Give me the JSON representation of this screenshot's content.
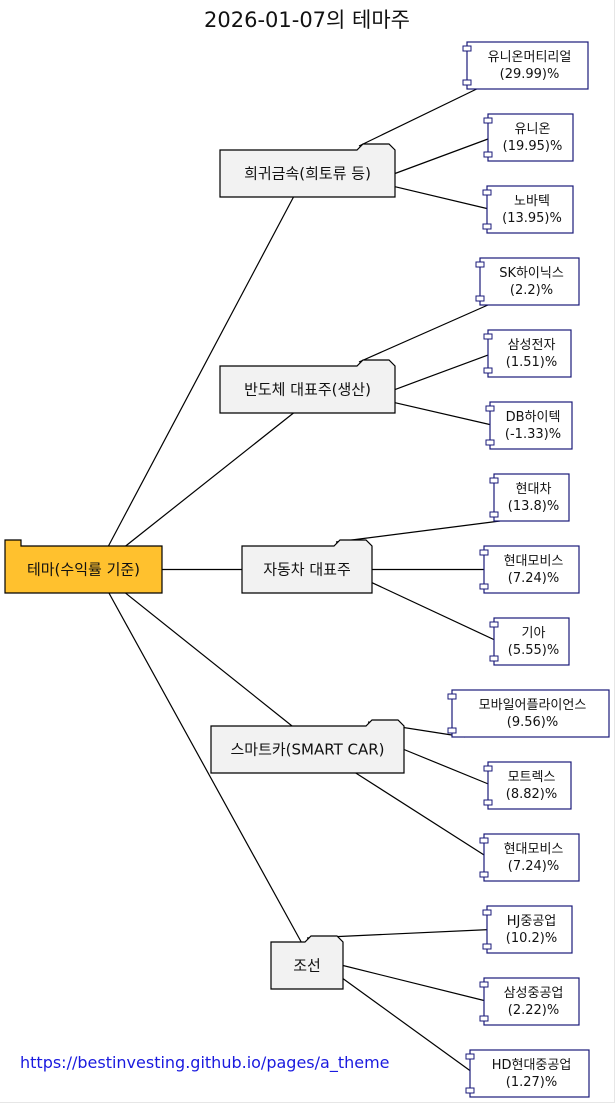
{
  "title": "2026-01-07의 테마주",
  "root": {
    "label": "테마(수익률 기준)",
    "fill": "#FFC12E"
  },
  "theme_fill": "#F2F2F2",
  "leaf_border": "#1a1a7a",
  "themes": [
    {
      "label": "희귀금속(희토류 등)",
      "stocks": [
        {
          "name": "유니온머티리얼",
          "rate": "(29.99)%"
        },
        {
          "name": "유니온",
          "rate": "(19.95)%"
        },
        {
          "name": "노바텍",
          "rate": "(13.95)%"
        }
      ]
    },
    {
      "label": "반도체 대표주(생산)",
      "stocks": [
        {
          "name": "SK하이닉스",
          "rate": "(2.2)%"
        },
        {
          "name": "삼성전자",
          "rate": "(1.51)%"
        },
        {
          "name": "DB하이텍",
          "rate": "(-1.33)%"
        }
      ]
    },
    {
      "label": "자동차 대표주",
      "stocks": [
        {
          "name": "현대차",
          "rate": "(13.8)%"
        },
        {
          "name": "현대모비스",
          "rate": "(7.24)%"
        },
        {
          "name": "기아",
          "rate": "(5.55)%"
        }
      ]
    },
    {
      "label": "스마트카(SMART CAR)",
      "stocks": [
        {
          "name": "모바일어플라이언스",
          "rate": "(9.56)%"
        },
        {
          "name": "모트렉스",
          "rate": "(8.82)%"
        },
        {
          "name": "현대모비스",
          "rate": "(7.24)%"
        }
      ]
    },
    {
      "label": "조선",
      "stocks": [
        {
          "name": "HJ중공업",
          "rate": "(10.2)%"
        },
        {
          "name": "삼성중공업",
          "rate": "(2.22)%"
        },
        {
          "name": "HD현대중공업",
          "rate": "(1.27)%"
        }
      ]
    }
  ],
  "footer": {
    "link_text": "https://bestinvesting.github.io/pages/a_theme"
  }
}
